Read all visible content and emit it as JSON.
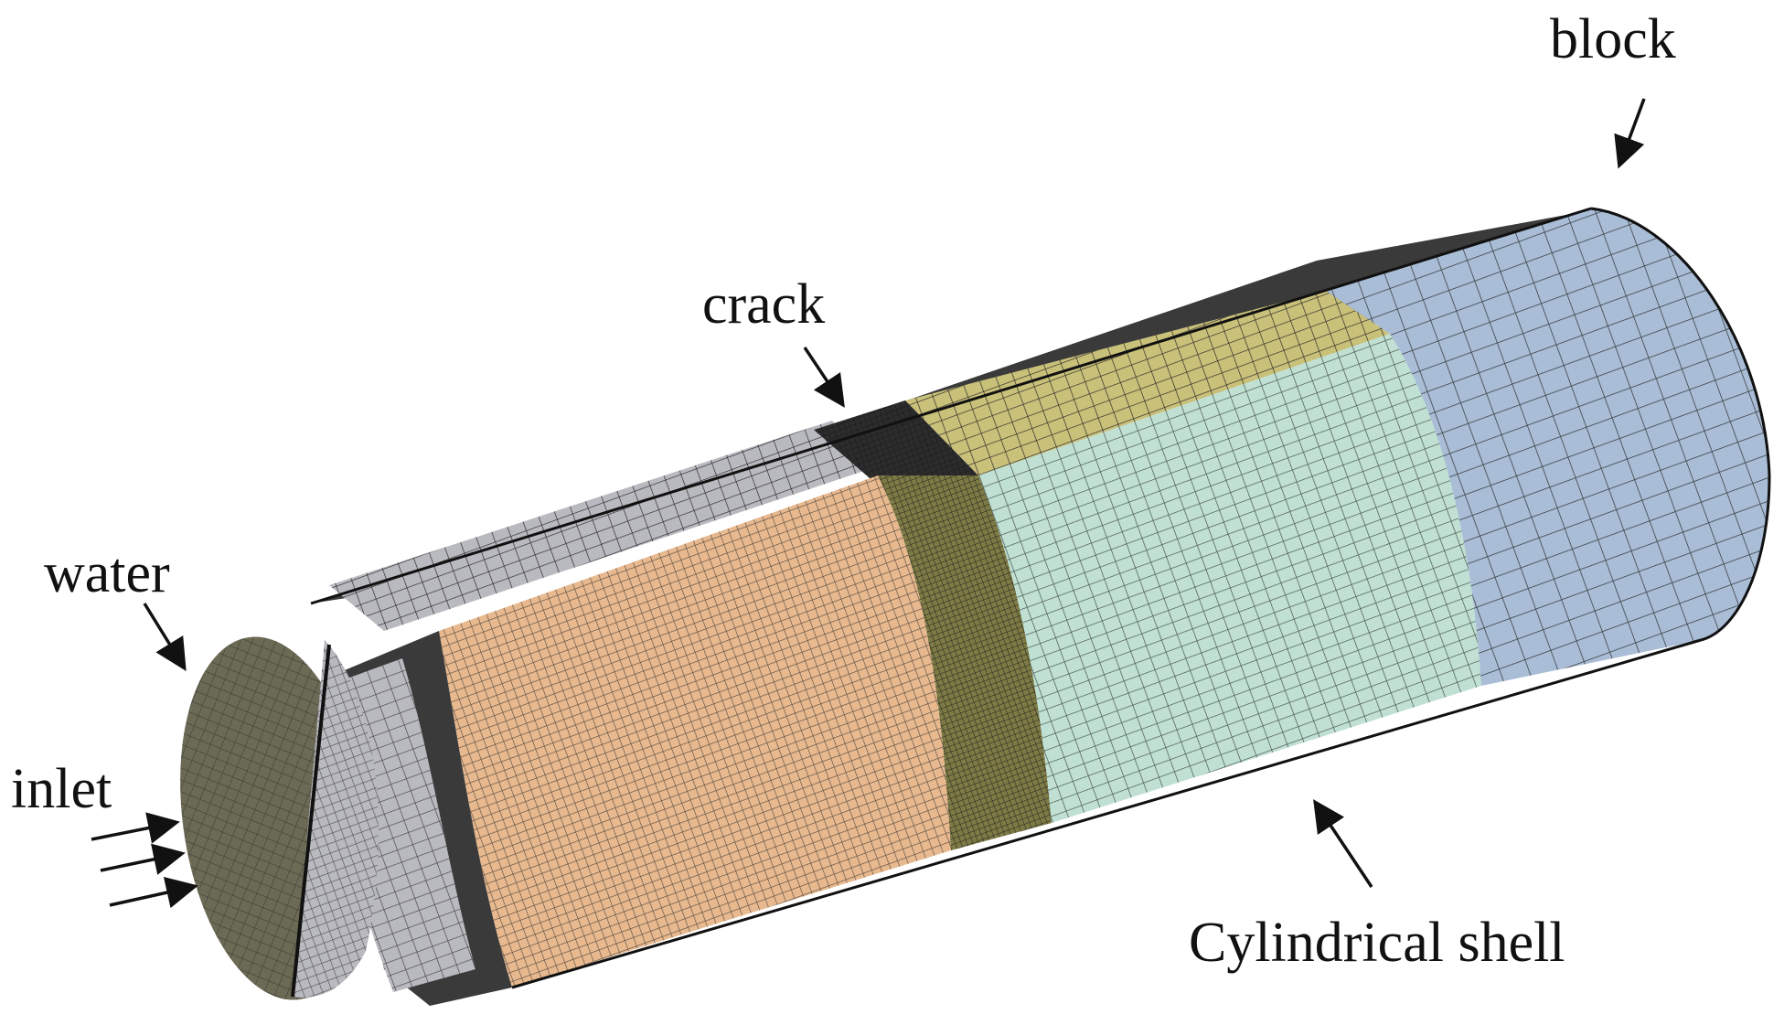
{
  "labels": {
    "block": "block",
    "crack": "crack",
    "water": "water",
    "inlet": "inlet",
    "cylindrical_shell": "Cylindrical shell"
  },
  "colors": {
    "block_region": "#a9bdd6",
    "shell_green": "#bfe0d2",
    "shell_orange": "#e8b98f",
    "crack_band": "#7d7a45",
    "top_crack_strip": "#c9c07a",
    "water_inlet_face": "#6b6a55",
    "grey_region": "#b9b9c0",
    "mesh_lines": "#222222"
  }
}
